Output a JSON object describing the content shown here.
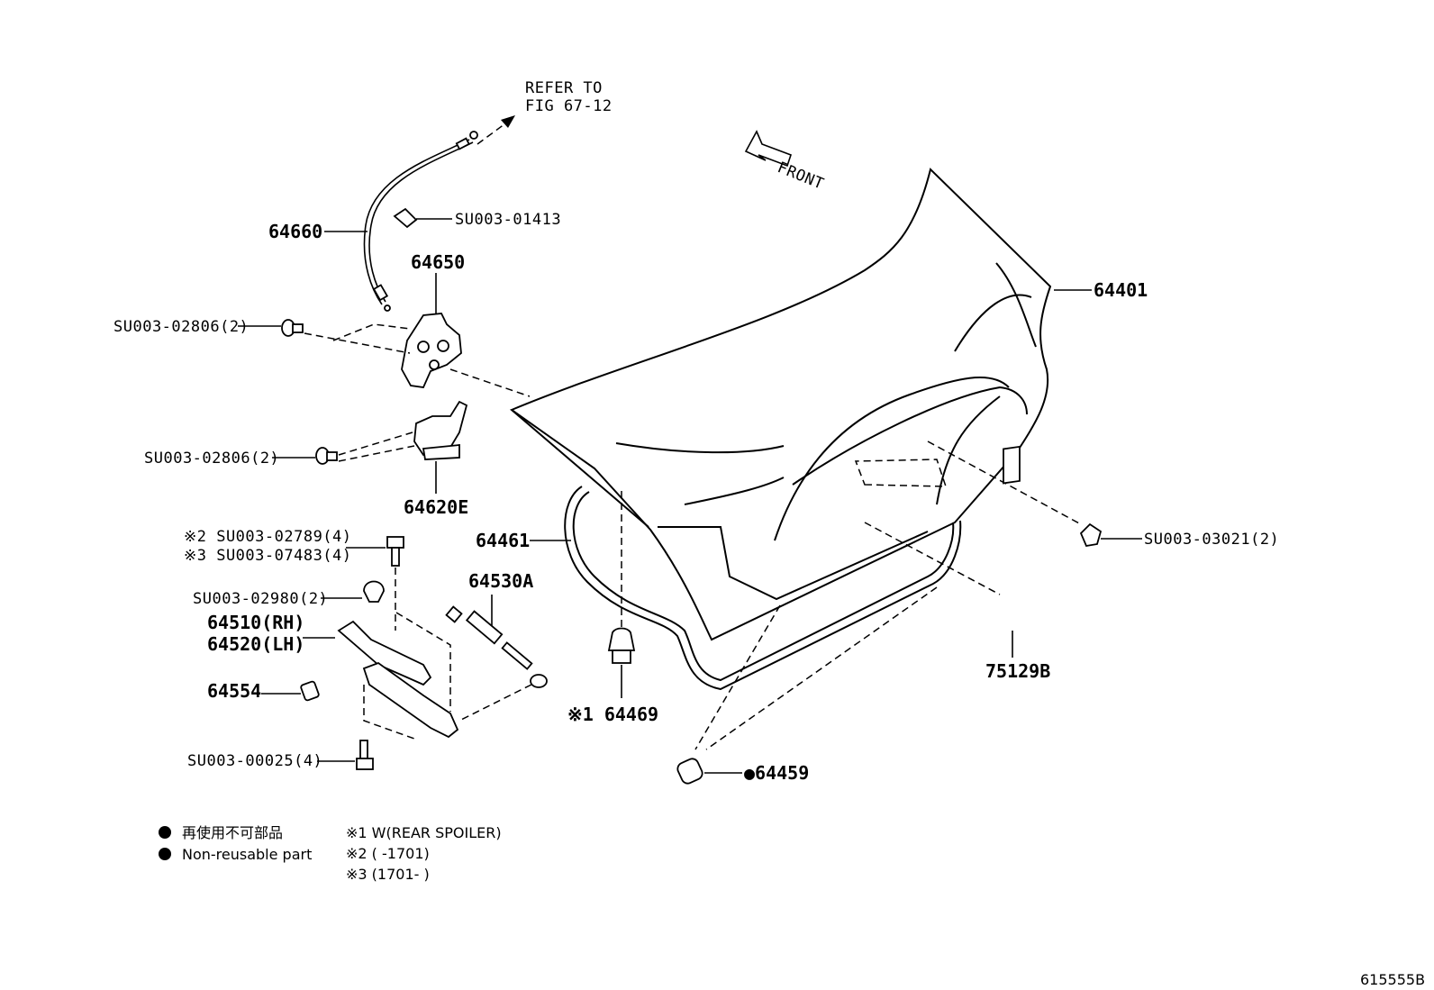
{
  "refer": {
    "line1": "REFER TO",
    "line2": "FIG 67-12"
  },
  "front_label": "FRONT",
  "callouts": {
    "c64660": "64660",
    "su01413": "SU003-01413",
    "c64650": "64650",
    "su02806_a": "SU003-02806(2)",
    "c64401": "64401",
    "su02806_b": "SU003-02806(2)",
    "c64620e": "64620E",
    "su02789": "※2 SU003-02789(4)",
    "su07483": "※3 SU003-07483(4)",
    "c64461": "64461",
    "su03021": "SU003-03021(2)",
    "c64530a": "64530A",
    "su02980": "SU003-02980(2)",
    "c64510": "64510(RH)",
    "c64520": "64520(LH)",
    "c64554": "64554",
    "c75129b": "75129B",
    "c64469": "※1 64469",
    "su00025": "SU003-00025(4)",
    "c64459": "●64459"
  },
  "legend": {
    "jp": "再使用不可部品",
    "en": "Non-reusable part",
    "note1": "※1 W(REAR SPOILER)",
    "note2": "※2 (      -1701)",
    "note3": "※3 (1701-      )"
  },
  "figure_id": "615555B"
}
